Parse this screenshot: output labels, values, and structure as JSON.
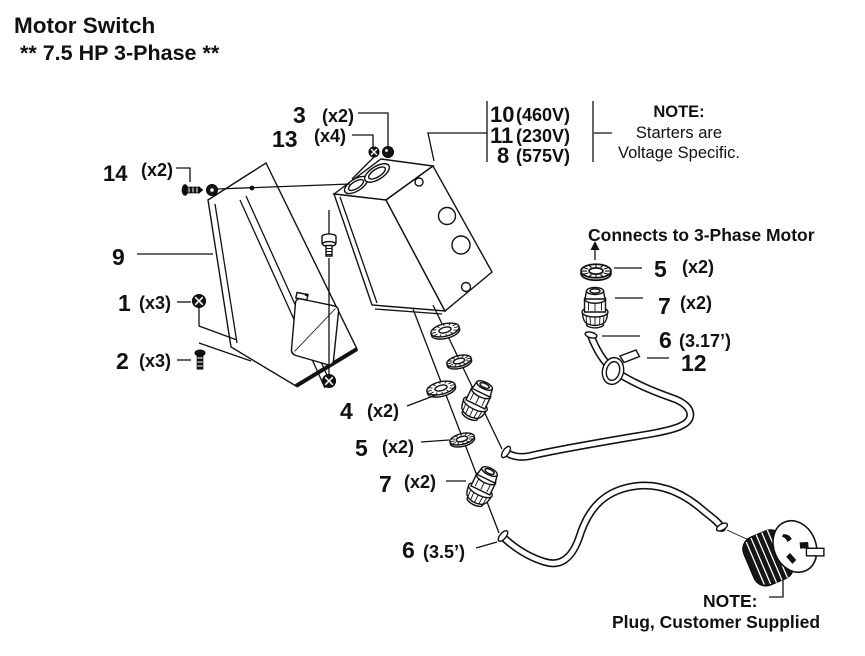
{
  "title": {
    "line1": "Motor Switch",
    "line2": "**  7.5 HP 3-Phase **"
  },
  "voltage_options": [
    {
      "num": "10",
      "volt": "(460V)"
    },
    {
      "num": "11",
      "volt": "(230V)"
    },
    {
      "num": "8",
      "volt": "(575V)"
    }
  ],
  "voltage_note": {
    "l1": "NOTE:",
    "l2": "Starters are",
    "l3": "Voltage Specific."
  },
  "motor_connection_heading": "Connects to 3-Phase Motor",
  "plug_note": {
    "l1": "NOTE:",
    "l2": "Plug, Customer Supplied"
  },
  "callouts": {
    "part3": {
      "num": "3",
      "qty": "(x2)"
    },
    "part13": {
      "num": "13",
      "qty": "(x4)"
    },
    "part14": {
      "num": "14",
      "qty": "(x2)"
    },
    "part9": {
      "num": "9"
    },
    "part1": {
      "num": "1",
      "qty": "(x3)"
    },
    "part2": {
      "num": "2",
      "qty": "(x3)"
    },
    "part4": {
      "num": "4",
      "qty": "(x2)"
    },
    "part5_mid": {
      "num": "5",
      "qty": "(x2)"
    },
    "part7_mid": {
      "num": "7",
      "qty": "(x2)"
    },
    "part6_power": {
      "num": "6",
      "qty": "(3.5’)"
    },
    "part5_motor": {
      "num": "5",
      "qty": "(x2)"
    },
    "part7_motor": {
      "num": "7",
      "qty": "(x2)"
    },
    "part6_motor": {
      "num": "6",
      "qty": "(3.17’)"
    },
    "part12": {
      "num": "12"
    }
  },
  "colors": {
    "ink": "#111111",
    "background": "#ffffff"
  }
}
